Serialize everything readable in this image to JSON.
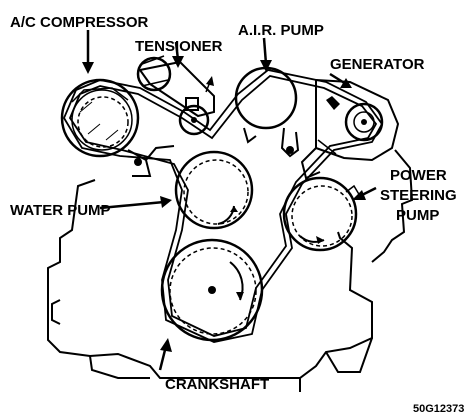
{
  "labels": {
    "ac_compressor": "A/C COMPRESSOR",
    "tensioner": "TENSIONER",
    "air_pump": "A.I.R. PUMP",
    "generator": "GENERATOR",
    "power": "POWER",
    "steering": "STEERING",
    "pump": "PUMP",
    "water_pump": "WATER PUMP",
    "crankshaft": "CRANKSHAFT",
    "figure_code": "50G12373"
  },
  "colors": {
    "ink": "#000000",
    "paper": "#ffffff"
  }
}
